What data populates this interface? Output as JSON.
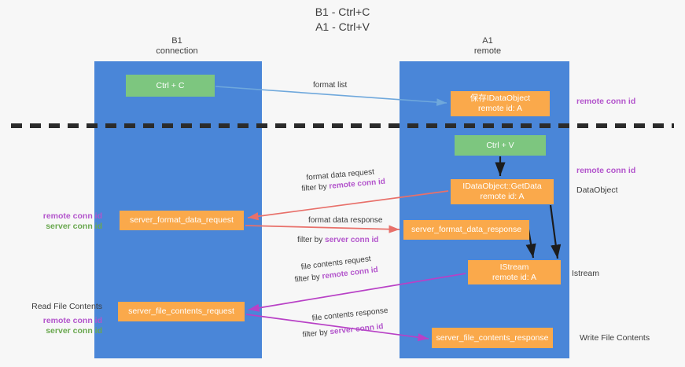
{
  "title": {
    "line1": "B1 - Ctrl+C",
    "line2": "A1 - Ctrl+V"
  },
  "columns": [
    {
      "name": "B1",
      "role": "connection",
      "color": "#4a86d8"
    },
    {
      "name": "A1",
      "role": "remote",
      "color": "#4a86d8"
    }
  ],
  "boxes": {
    "ctrl_c": {
      "line1": "Ctrl + C",
      "line2": "",
      "color": "#7dc67f"
    },
    "dataobject": {
      "line1": "保存IDataObject",
      "line2": "remote id: A",
      "color": "#faa94b"
    },
    "ctrl_v": {
      "line1": "Ctrl + V",
      "line2": "",
      "color": "#7dc67f"
    },
    "getdata": {
      "line1": "IDataObject::GetData",
      "line2": "remote id: A",
      "color": "#faa94b"
    },
    "server_format_data_request": {
      "line1": "server_format_data_request",
      "line2": "",
      "color": "#faa94b"
    },
    "server_format_data_response": {
      "line1": "server_format_data_response",
      "line2": "",
      "color": "#faa94b"
    },
    "istream": {
      "line1": "IStream",
      "line2": "remote id: A",
      "color": "#faa94b"
    },
    "server_file_contents_request": {
      "line1": "server_file_contents_request",
      "line2": "",
      "color": "#faa94b"
    },
    "server_file_contents_response": {
      "line1": "server_file_contents_response",
      "line2": "",
      "color": "#faa94b"
    }
  },
  "arrow_labels": {
    "format_list": "format list",
    "format_data_request": "format data request",
    "format_data_request_filter_prefix": "filter by ",
    "format_data_request_filter_key": "remote conn id",
    "format_data_response": "format data response",
    "format_data_response_filter_prefix": "filter by ",
    "format_data_response_filter_key": "server conn id",
    "file_contents_request": "file contents request",
    "file_contents_request_filter_prefix": "filter by ",
    "file_contents_request_filter_key": "remote conn id",
    "file_contents_response": "file contents response",
    "file_contents_response_filter_prefix": "filter by ",
    "file_contents_response_filter_key": "server conn id"
  },
  "side_labels": {
    "right_remote_conn_id_top": "remote conn id",
    "right_remote_conn_id_mid": "remote conn id",
    "right_dataobject": "DataObject",
    "right_istream": "Istream",
    "right_write_file_contents": "Write File Contents",
    "left_remote_conn_id_mid": "remote conn id",
    "left_server_conn_id_mid": "server conn id",
    "left_read_file_contents": "Read File Contents",
    "left_remote_conn_id_bottom": "remote conn id",
    "left_server_conn_id_bottom": "server conn id"
  },
  "colors": {
    "column_blue": "#4a86d8",
    "box_orange": "#faa94b",
    "box_green": "#7dc67f",
    "accent_purple": "#b355cc",
    "accent_green": "#6aa84f",
    "arrow_blue": "#6fa8dc",
    "arrow_red": "#e8706a",
    "arrow_magenta": "#b841c6",
    "arrow_dark": "#2b2b2b",
    "background": "#f7f7f7"
  }
}
